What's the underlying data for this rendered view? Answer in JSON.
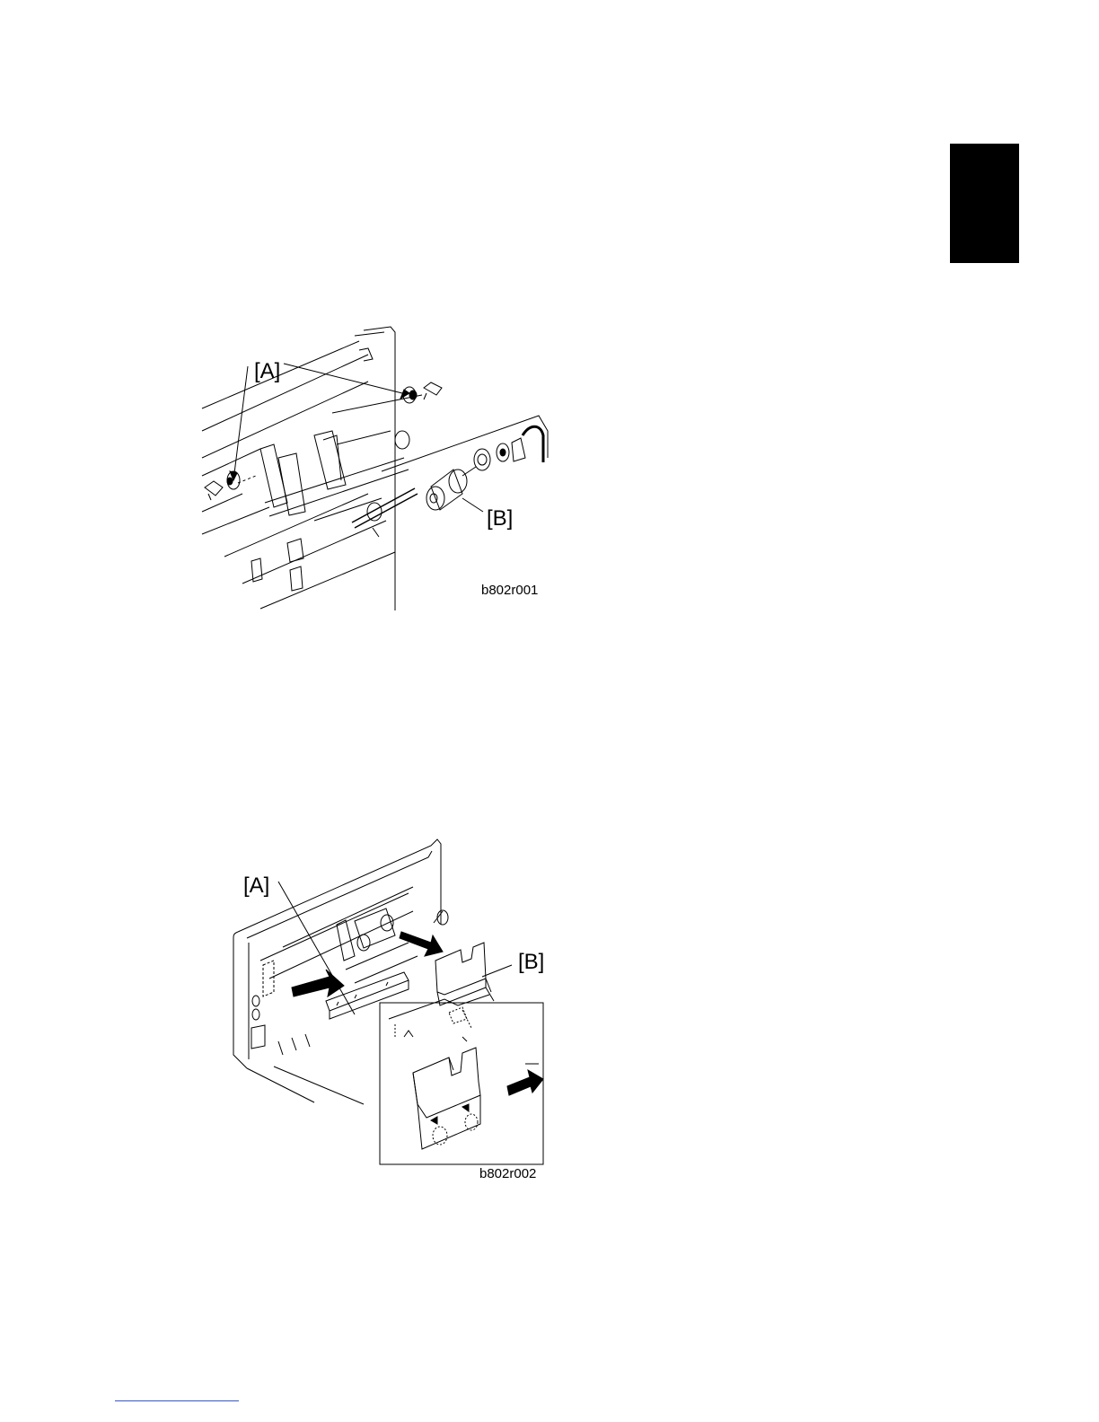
{
  "figure1": {
    "label_a": "[A]",
    "label_b": "[B]",
    "code": "b802r001"
  },
  "figure2": {
    "label_a": "[A]",
    "label_b": "[B]",
    "code": "b802r002"
  }
}
